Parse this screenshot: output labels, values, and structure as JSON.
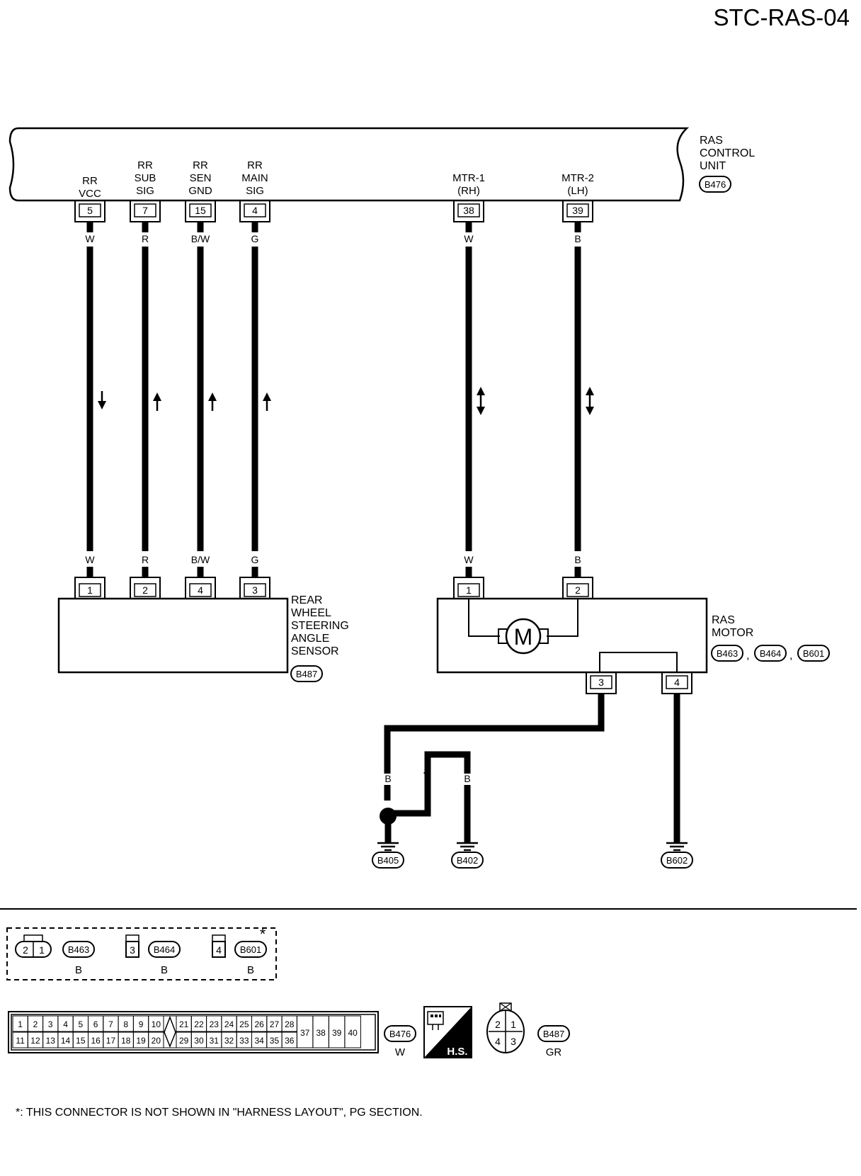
{
  "diagram_id": "STC-RAS-04",
  "control_unit": {
    "name_lines": [
      "RAS",
      "CONTROL",
      "UNIT"
    ],
    "connector": "B476",
    "terminals": [
      {
        "label_lines": [
          "RR",
          "VCC"
        ],
        "pin": "5"
      },
      {
        "label_lines": [
          "RR",
          "SUB",
          "SIG"
        ],
        "pin": "7"
      },
      {
        "label_lines": [
          "RR",
          "SEN",
          "GND"
        ],
        "pin": "15"
      },
      {
        "label_lines": [
          "RR",
          "MAIN",
          "SIG"
        ],
        "pin": "4"
      },
      {
        "label_lines": [
          "MTR-1",
          "(RH)"
        ],
        "pin": "38"
      },
      {
        "label_lines": [
          "MTR-2",
          "(LH)"
        ],
        "pin": "39"
      }
    ]
  },
  "wires": [
    {
      "color": "W",
      "direction": "down"
    },
    {
      "color": "R",
      "direction": "up"
    },
    {
      "color": "B/W",
      "direction": "up"
    },
    {
      "color": "G",
      "direction": "up"
    },
    {
      "color": "W",
      "direction": "both"
    },
    {
      "color": "B",
      "direction": "both"
    }
  ],
  "sensor": {
    "name_lines": [
      "REAR",
      "WHEEL",
      "STEERING",
      "ANGLE",
      "SENSOR"
    ],
    "connector": "B487",
    "pins": [
      "1",
      "2",
      "4",
      "3"
    ]
  },
  "motor": {
    "name_lines": [
      "RAS",
      "MOTOR"
    ],
    "connectors": [
      "B463",
      "B464",
      "B601"
    ],
    "top_pins": [
      "1",
      "2"
    ],
    "bottom_pins": [
      "3",
      "4"
    ],
    "symbol": "M",
    "ground_wire_color": "B"
  },
  "grounds": [
    "B405",
    "B402",
    "B602"
  ],
  "connector_views": [
    {
      "id": "B463",
      "pins": [
        "2",
        "1"
      ],
      "color": "B"
    },
    {
      "id": "B464",
      "pins": [
        "3"
      ],
      "color": "B"
    },
    {
      "id": "B601",
      "pins": [
        "4"
      ],
      "color": "B",
      "mark": "*"
    }
  ],
  "b476_view": {
    "id": "B476",
    "color": "W",
    "row1_a": [
      "1",
      "2",
      "3",
      "4",
      "5",
      "6",
      "7",
      "8",
      "9",
      "10"
    ],
    "row2_a": [
      "11",
      "12",
      "13",
      "14",
      "15",
      "16",
      "17",
      "18",
      "19",
      "20"
    ],
    "row1_b": [
      "21",
      "22",
      "23",
      "24",
      "25",
      "26",
      "27",
      "28"
    ],
    "row2_b": [
      "29",
      "30",
      "31",
      "32",
      "33",
      "34",
      "35",
      "36"
    ],
    "tall": [
      "37",
      "38",
      "39",
      "40"
    ]
  },
  "hs_badge": "H.S.",
  "b487_view": {
    "id": "B487",
    "color": "GR",
    "pins_top": [
      "2",
      "1"
    ],
    "pins_bottom": [
      "4",
      "3"
    ]
  },
  "footnote": "*: THIS CONNECTOR IS NOT SHOWN IN \"HARNESS LAYOUT\", PG SECTION."
}
